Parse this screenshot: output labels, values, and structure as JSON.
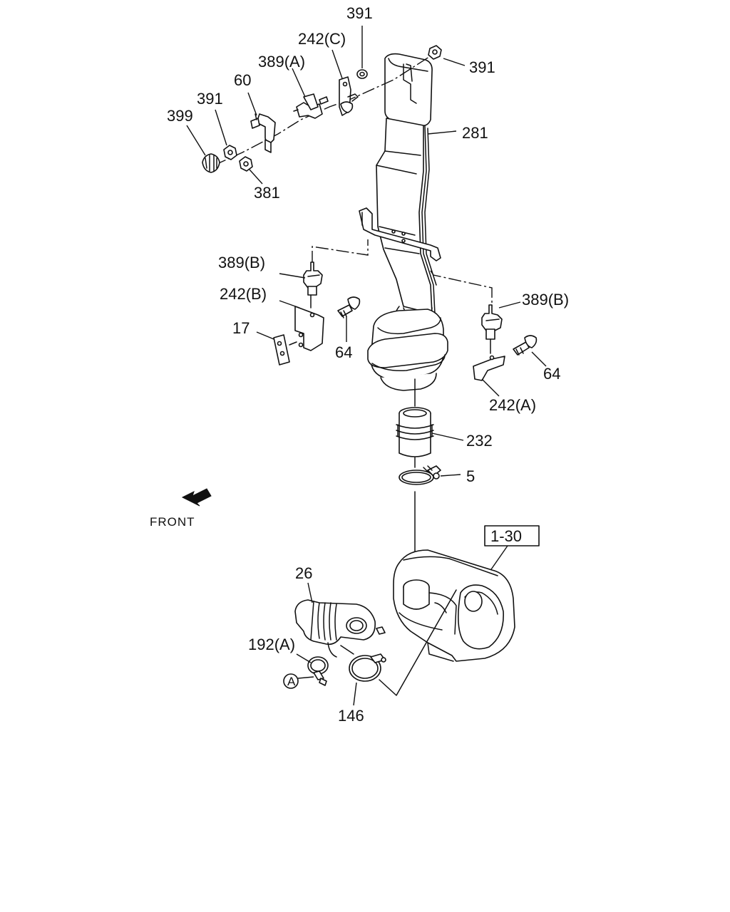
{
  "labels": {
    "n391_top": "391",
    "n242c": "242(C)",
    "n389a": "389(A)",
    "n391_right": "391",
    "n60": "60",
    "n391_left": "391",
    "n399": "399",
    "n281": "281",
    "n381": "381",
    "n389b_left": "389(B)",
    "n242b": "242(B)",
    "n17": "17",
    "n64_left": "64",
    "n389b_right": "389(B)",
    "n64_right": "64",
    "n242a": "242(A)",
    "n232": "232",
    "n5": "5",
    "front": "FRONT",
    "ref_1_30": "1-30",
    "n26": "26",
    "n192a": "192(A)",
    "circle_a": "A",
    "n146": "146"
  },
  "icons": {
    "front_arrow": "front-arrow-icon",
    "reference_box": "reference-box"
  },
  "colors": {
    "ink": "#111111",
    "paper": "#ffffff"
  }
}
